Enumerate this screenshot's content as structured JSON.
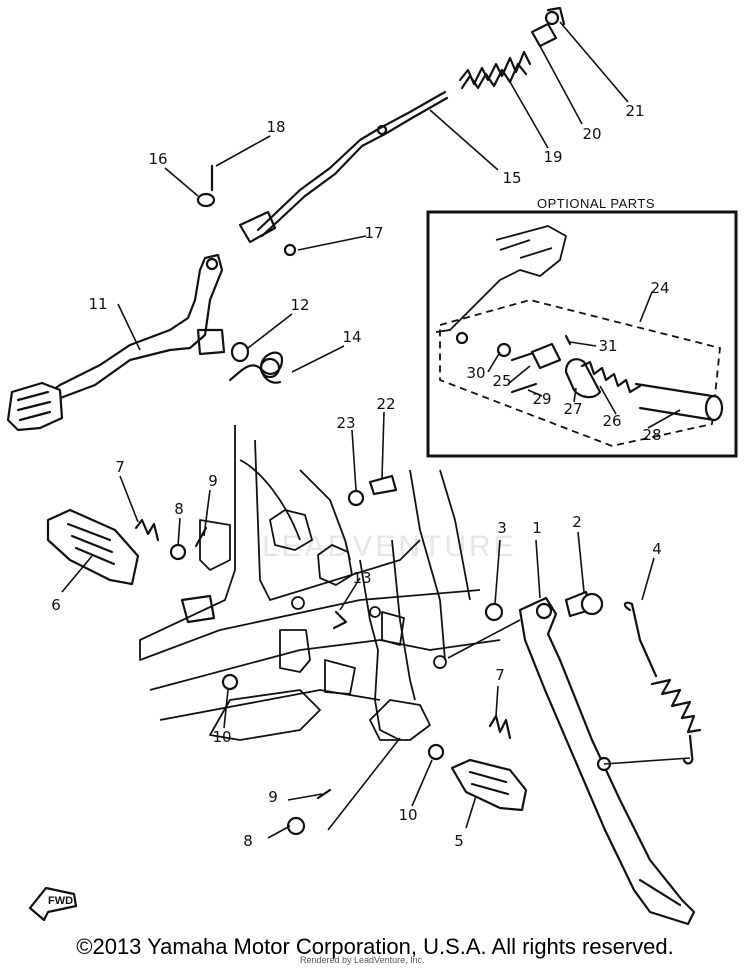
{
  "optional_box": {
    "title": "OPTIONAL PARTS"
  },
  "watermark": "LEADVENTURE",
  "fwd_label": "FWD",
  "labels": {
    "p1": "1",
    "p2": "2",
    "p3": "3",
    "p4": "4",
    "p5": "5",
    "p6": "6",
    "p7a": "7",
    "p7b": "7",
    "p8a": "8",
    "p8b": "8",
    "p9a": "9",
    "p9b": "9",
    "p10a": "10",
    "p10b": "10",
    "p11": "11",
    "p12": "12",
    "p13": "13",
    "p14": "14",
    "p15": "15",
    "p16": "16",
    "p17": "17",
    "p18": "18",
    "p19": "19",
    "p20": "20",
    "p21": "21",
    "p22": "22",
    "p23": "23",
    "p24": "24",
    "p25": "25",
    "p26": "26",
    "p27": "27",
    "p28": "28",
    "p29": "29",
    "p30": "30",
    "p31": "31"
  },
  "footer": {
    "copyright": "©2013 Yamaha Motor Corporation, U.S.A. All rights reserved.",
    "rendered_by": "Rendered by LeadVenture, Inc."
  }
}
